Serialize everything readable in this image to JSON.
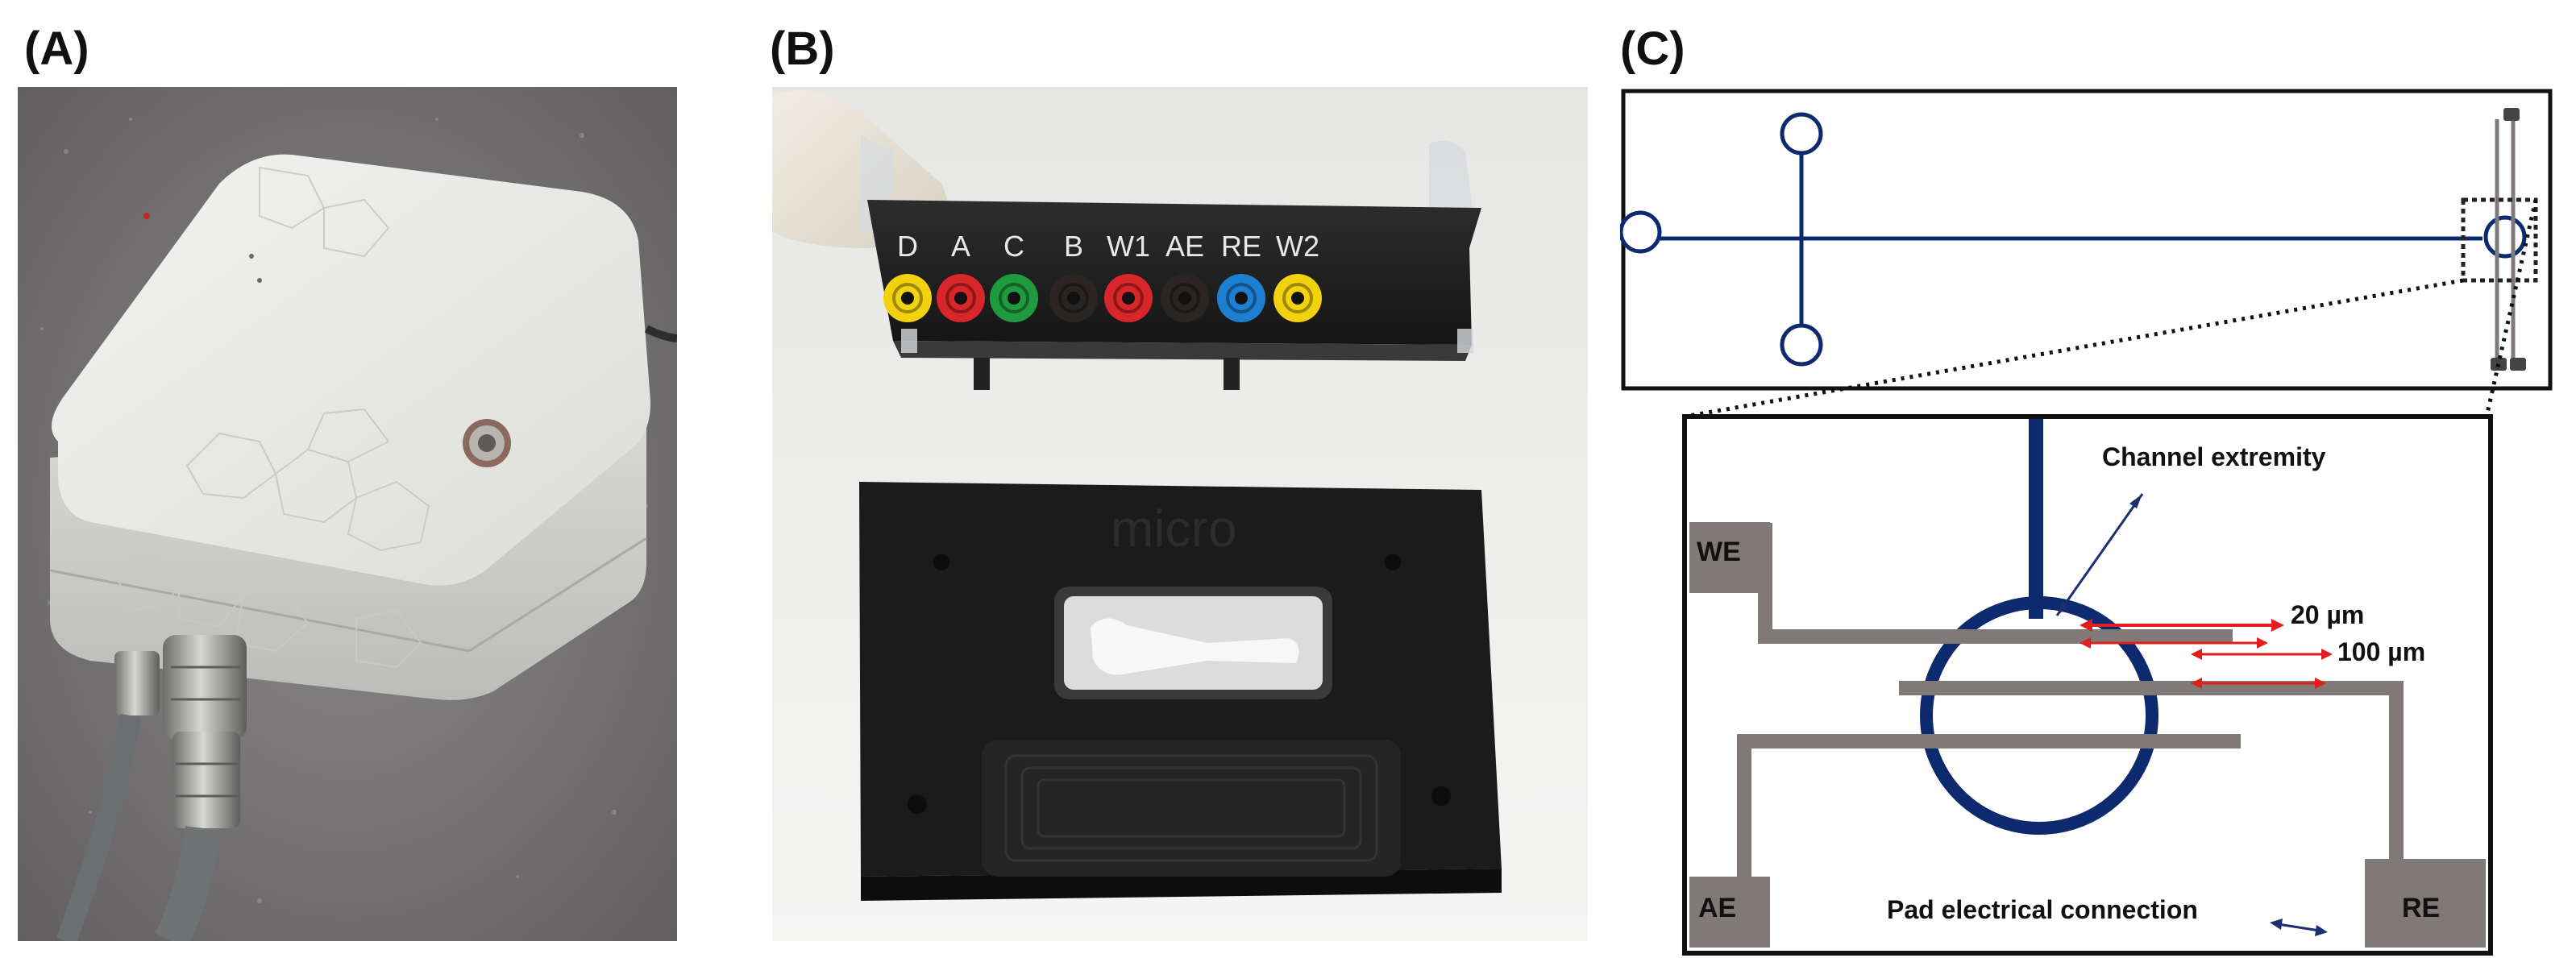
{
  "panels": {
    "a": {
      "label": "(A)"
    },
    "b": {
      "label": "(B)"
    },
    "c": {
      "label": "(C)"
    }
  },
  "panel_b": {
    "connector_letters": [
      "D",
      "A",
      "C",
      "B",
      "W1",
      "AE",
      "RE",
      "W2"
    ],
    "holder_text": "micro",
    "colors": {
      "yellow": "#f2d20e",
      "red": "#d9262b",
      "green": "#1f9a3f",
      "black": "#2a2522",
      "blue": "#1e7fd0"
    },
    "connector_colors": [
      "#f2d20e",
      "#d9262b",
      "#1f9a3f",
      "#2a2522",
      "#d9262b",
      "#2a2522",
      "#1e7fd0",
      "#f2d20e"
    ]
  },
  "panel_c": {
    "colors": {
      "channel": "#0d2a6e",
      "electrode": "#7f7a77",
      "dimension_arrow": "#e11d1d",
      "annotation_arrow": "#1d2f6f"
    },
    "labels": {
      "channel_extremity": "Channel extremity",
      "dim_20": "20 µm",
      "dim_100": "100 µm",
      "we": "WE",
      "ae": "AE",
      "re": "RE",
      "pad": "Pad electrical connection"
    }
  }
}
